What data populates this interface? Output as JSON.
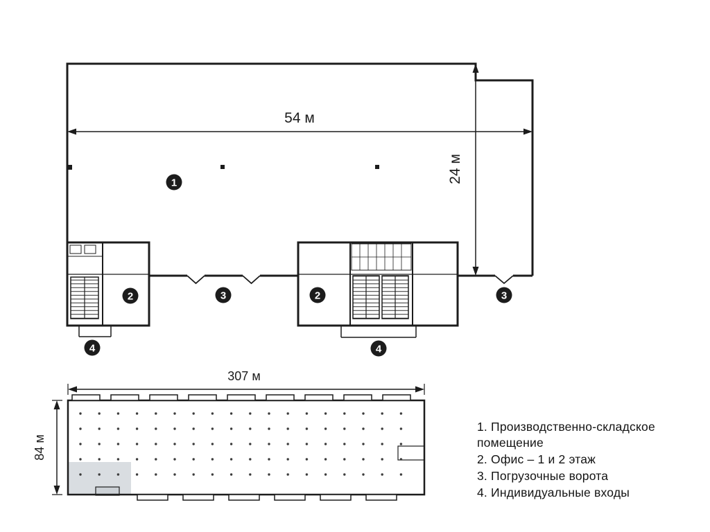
{
  "detail_plan": {
    "width_label": "54 м",
    "height_label": "24 м",
    "marker_labels": {
      "hall": "1",
      "office": "2",
      "gates": "3",
      "entrances": "4"
    }
  },
  "overview_plan": {
    "width_label": "307 м",
    "height_label": "84 м"
  },
  "legend": {
    "items": [
      "1. Производственно-складское помещение",
      "2. Офис – 1 и 2 этаж",
      "3. Погрузочные ворота",
      "4. Индивидуальные входы"
    ]
  },
  "colors": {
    "wall": "#1c1c1c",
    "highlight": "#d9dde1",
    "background": "#ffffff"
  }
}
